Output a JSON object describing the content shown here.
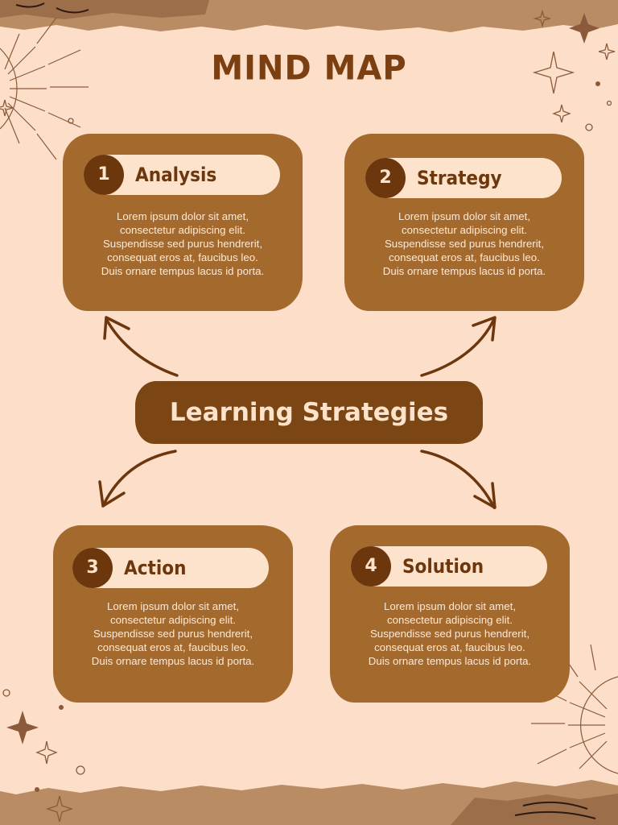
{
  "title": "MIND MAP",
  "center": {
    "label": "Learning Strategies"
  },
  "nodes": [
    {
      "number": "1",
      "label": "Analysis",
      "text": "Lorem ipsum dolor sit amet,\nconsectetur adipiscing elit.\nSuspendisse sed purus hendrerit,\nconsequat eros at, faucibus leo.\nDuis ornare tempus lacus id porta."
    },
    {
      "number": "2",
      "label": "Strategy",
      "text": "Lorem ipsum dolor sit amet,\nconsectetur adipiscing elit.\nSuspendisse sed purus hendrerit,\nconsequat eros at, faucibus leo.\nDuis ornare tempus lacus id porta."
    },
    {
      "number": "3",
      "label": "Action",
      "text": "Lorem ipsum dolor sit amet,\nconsectetur adipiscing elit.\nSuspendisse sed purus hendrerit,\nconsequat eros at, faucibus leo.\nDuis ornare tempus lacus id porta."
    },
    {
      "number": "4",
      "label": "Solution",
      "text": "Lorem ipsum dolor sit amet,\nconsectetur adipiscing elit.\nSuspendisse sed purus hendrerit,\nconsequat eros at, faucibus leo.\nDuis ornare tempus lacus id porta."
    }
  ],
  "colors": {
    "background": "#fddfc9",
    "card": "#a46a2d",
    "center_node": "#7c4514",
    "accent_dark": "#6d370e",
    "pill": "#fde3cc"
  }
}
